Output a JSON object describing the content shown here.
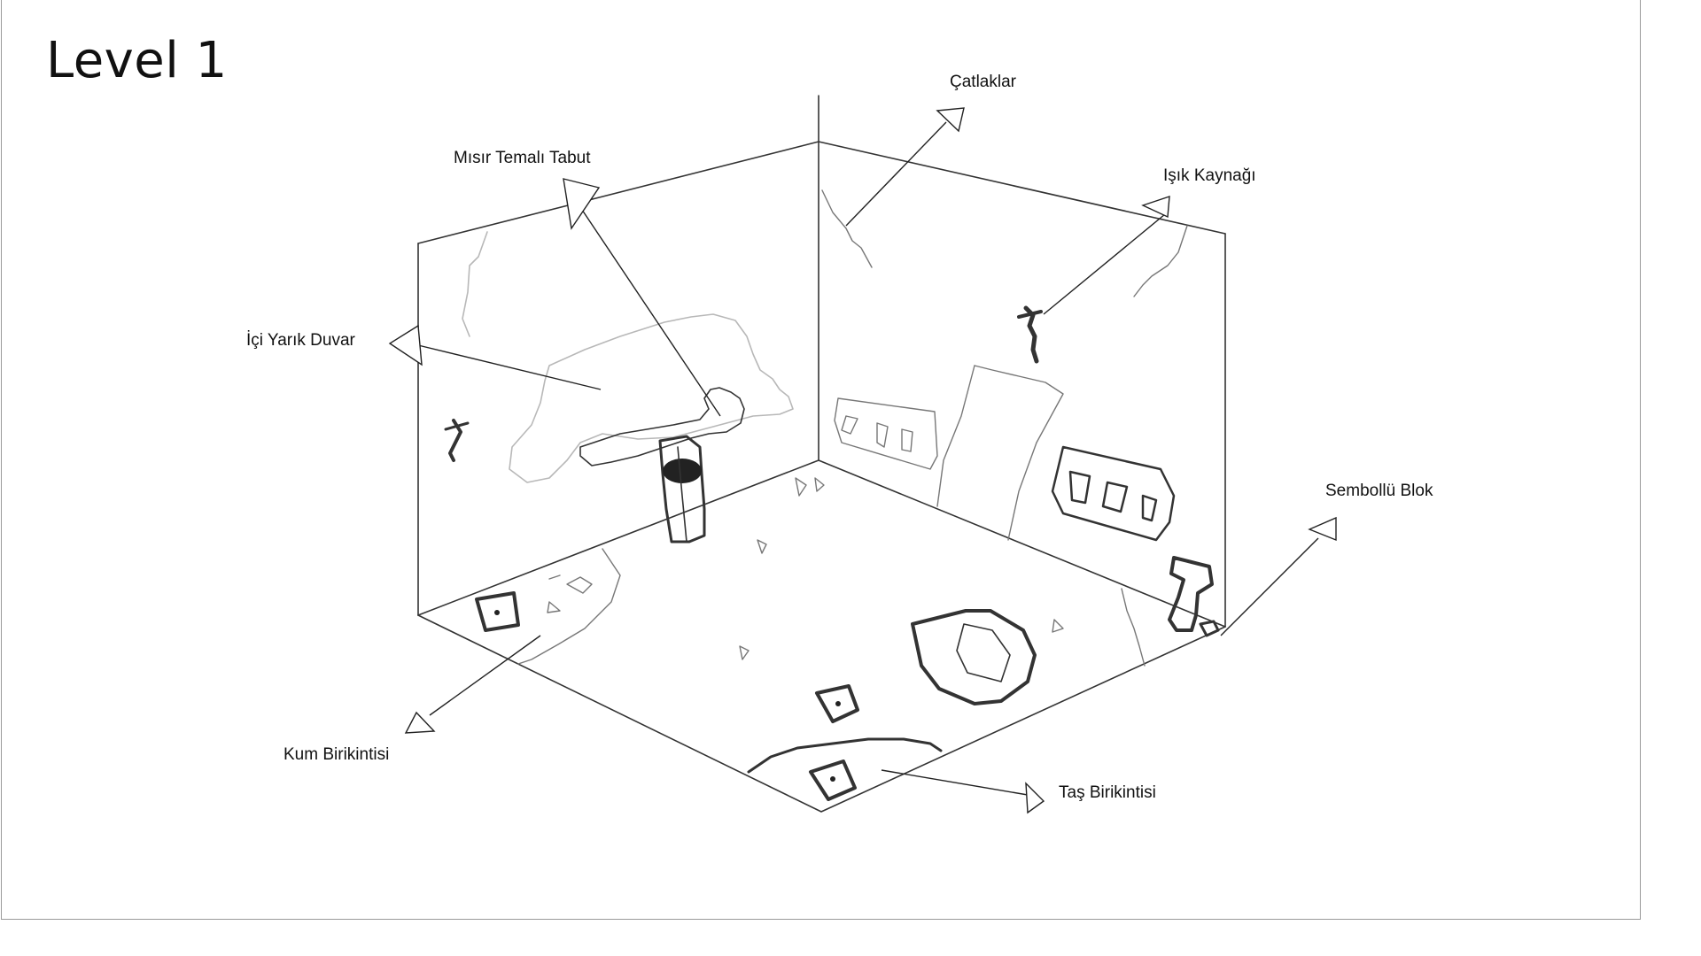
{
  "title": "Level 1",
  "labels": {
    "catlaklar": "Çatlaklar",
    "misir_temali_tabut": "Mısır Temalı Tabut",
    "isik_kaynagi": "Işık Kaynağı",
    "ici_yarik_duvar": "İçi Yarık Duvar",
    "sembollu_blok": "Sembollü Blok",
    "kum_birikintisi": "Kum Birikintisi",
    "tas_birikintisi": "Taş Birikintisi"
  }
}
